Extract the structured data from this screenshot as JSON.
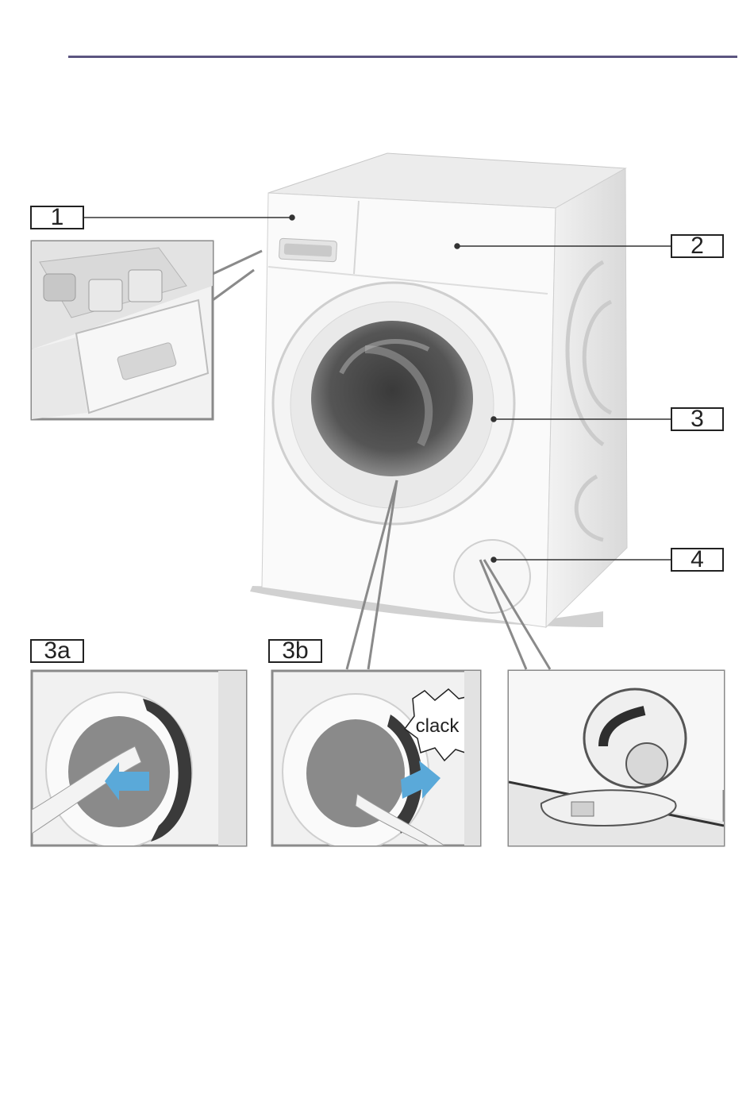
{
  "callouts": {
    "c1": "1",
    "c2": "2",
    "c3": "3",
    "c4": "4",
    "c3a": "3a",
    "c3b": "3b"
  },
  "sound_effect": "clack",
  "colors": {
    "header_rule": "#5c5580",
    "arrow_blue": "#5aa9d9",
    "outline": "#222222"
  }
}
